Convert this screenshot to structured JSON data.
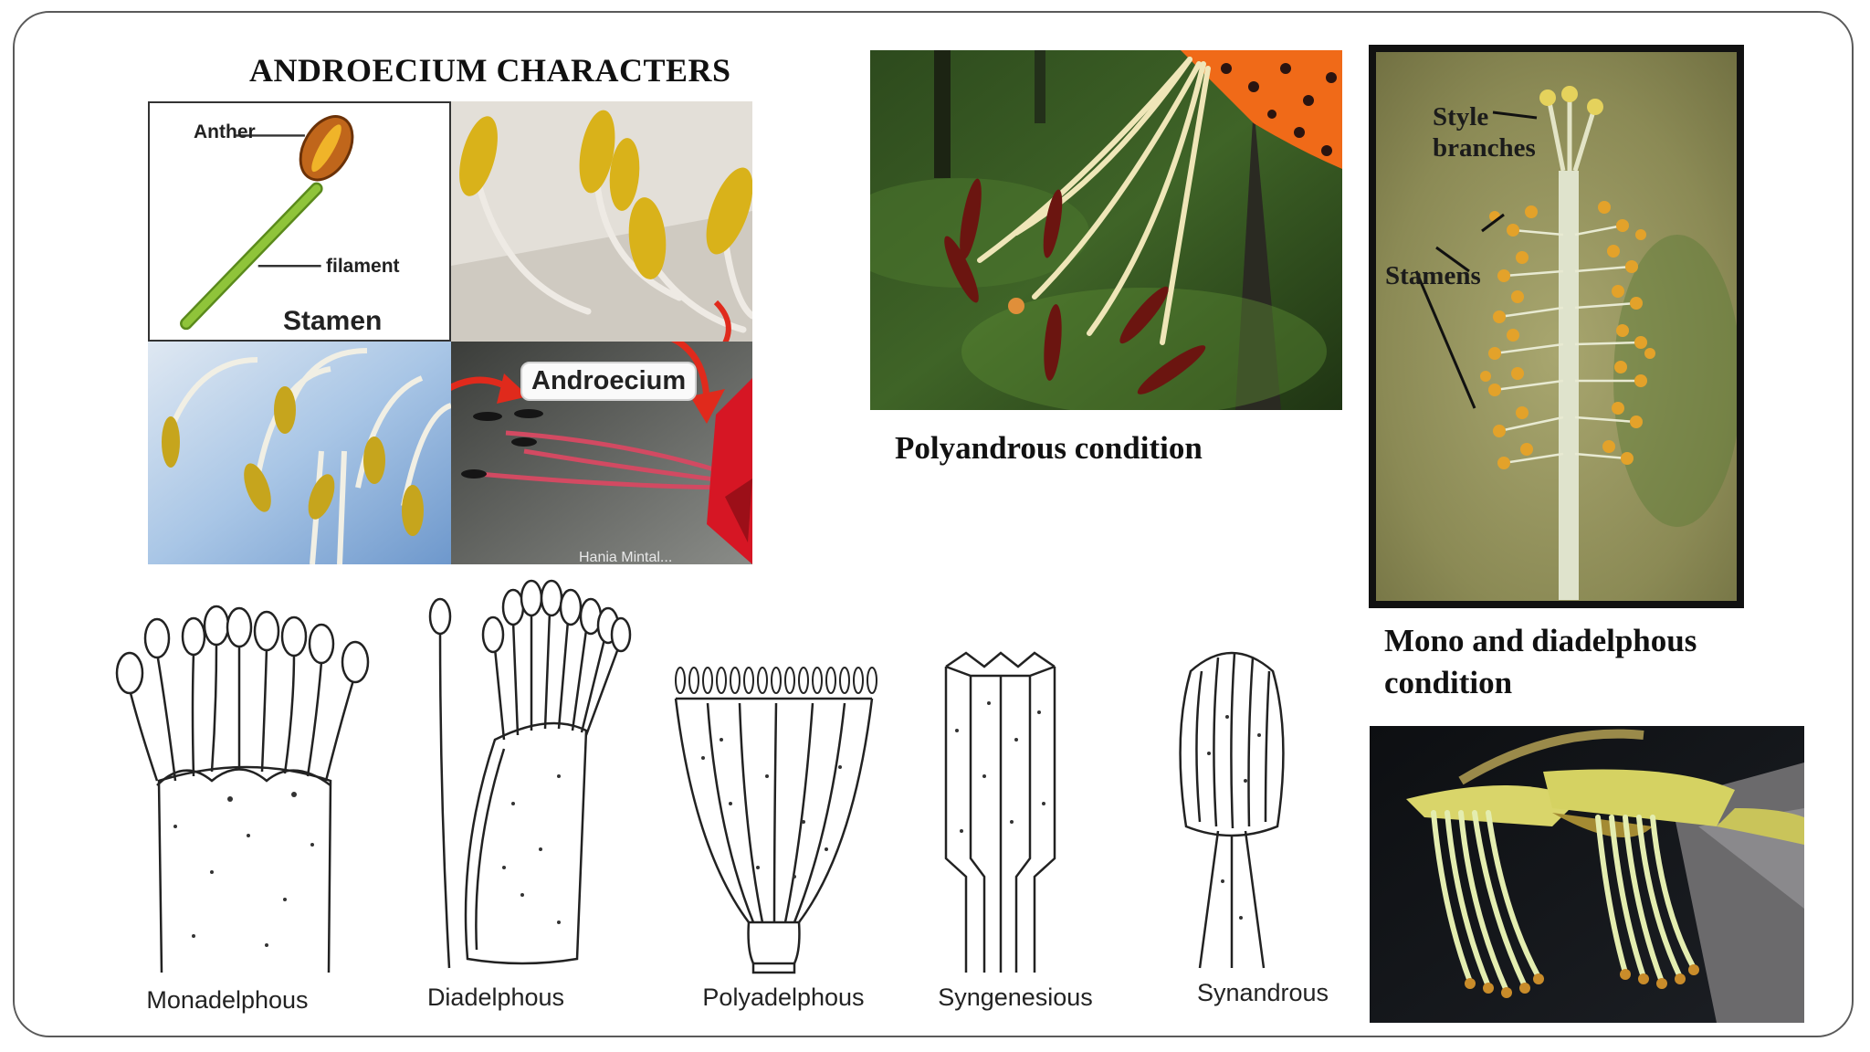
{
  "title": "ANDROECIUM CHARACTERS",
  "stamen_diagram": {
    "anther_label": "Anther",
    "filament_label": "filament",
    "caption": "Stamen"
  },
  "androecium_tag": "Androecium",
  "watermark": "Hania Mintal...",
  "polyandrous": {
    "caption": "Polyandrous condition"
  },
  "hibiscus": {
    "style_label_1": "Style",
    "style_label_2": "branches",
    "stamens_label": "Stamens"
  },
  "mono_di": {
    "caption_line1": "Mono and diadelphous",
    "caption_line2": "condition"
  },
  "drawings": [
    {
      "label": "Monadelphous"
    },
    {
      "label": "Diadelphous"
    },
    {
      "label": "Polyadelphous"
    },
    {
      "label": "Syngenesious"
    },
    {
      "label": "Synandrous"
    }
  ]
}
